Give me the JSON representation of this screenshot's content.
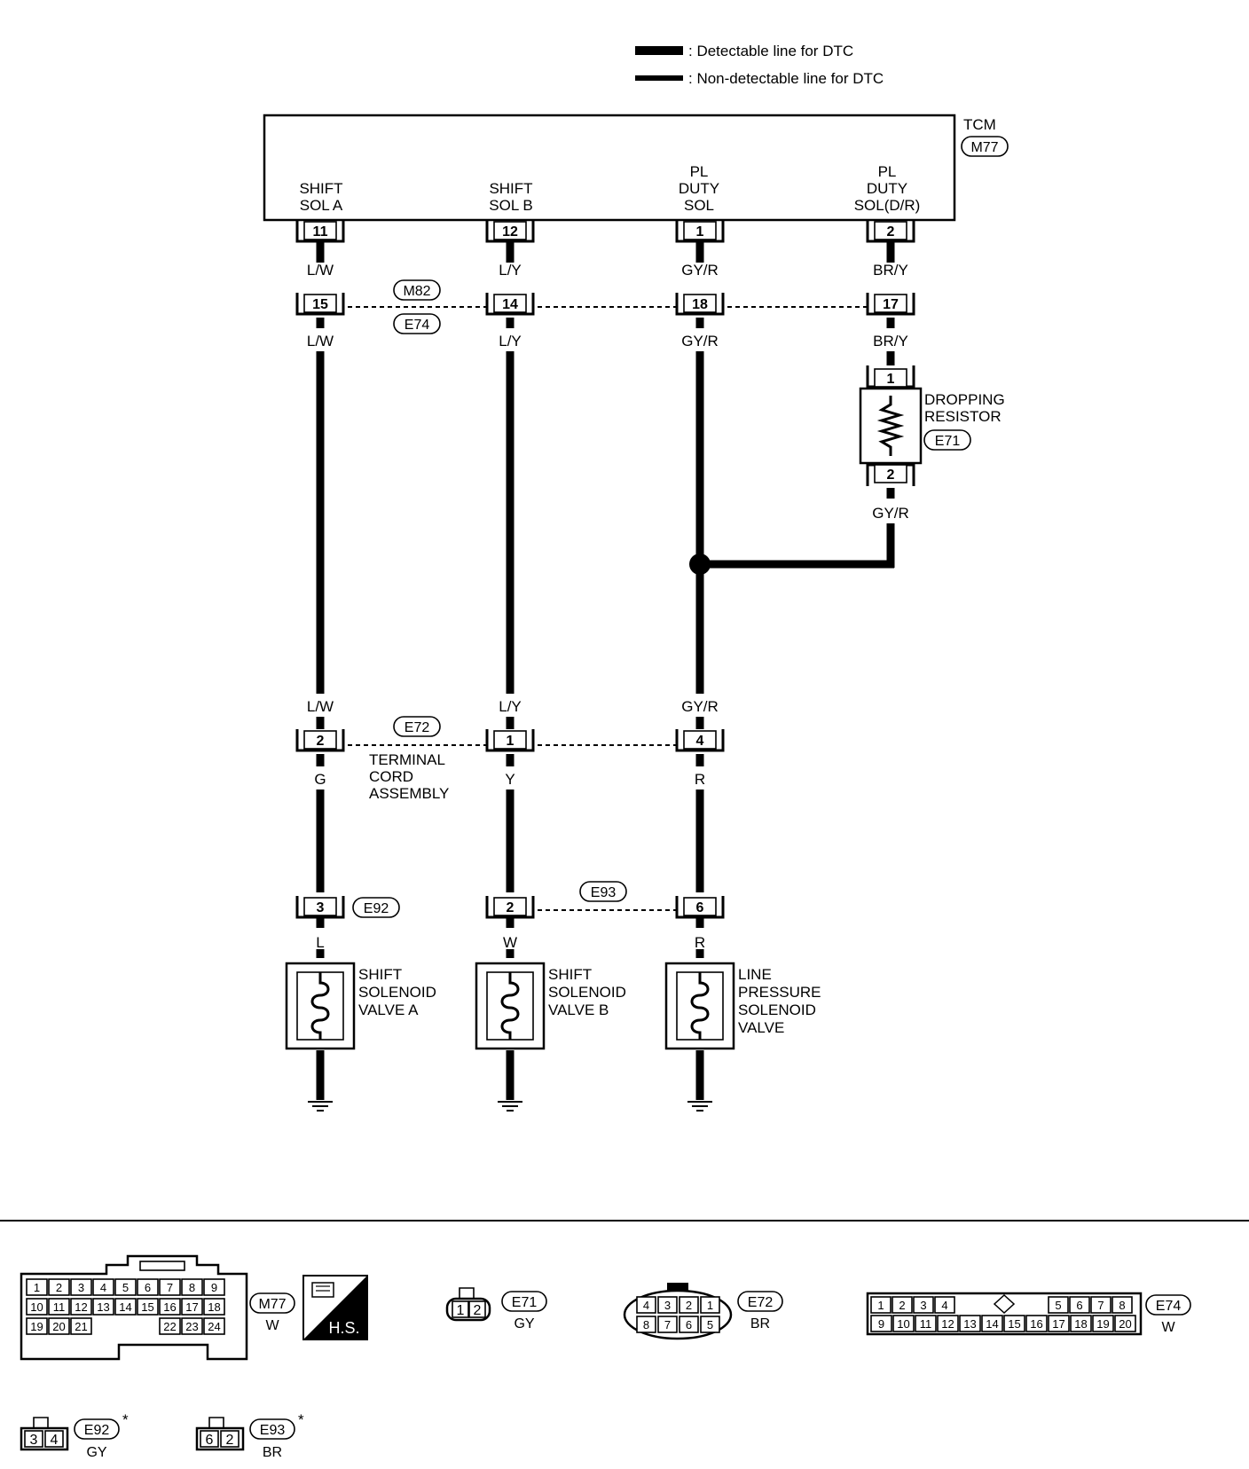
{
  "legend": {
    "detectable": ": Detectable line for DTC",
    "non_detectable": ": Non-detectable line for DTC"
  },
  "tcm": {
    "name": "TCM",
    "connector": "M77",
    "terminals": [
      {
        "label1": "SHIFT",
        "label2": "SOL A",
        "label3": "",
        "pin": "11"
      },
      {
        "label1": "SHIFT",
        "label2": "SOL B",
        "label3": "",
        "pin": "12"
      },
      {
        "label1": "PL",
        "label2": "DUTY",
        "label3": "SOL",
        "pin": "1"
      },
      {
        "label1": "PL",
        "label2": "DUTY",
        "label3": "SOL(D/R)",
        "pin": "2"
      }
    ]
  },
  "wires_top": [
    "L/W",
    "L/Y",
    "GY/R",
    "BR/Y"
  ],
  "joint_connector": {
    "upper": "M82",
    "lower": "E74",
    "pins": [
      "15",
      "14",
      "18",
      "17"
    ]
  },
  "wires_below_joint": [
    "L/W",
    "L/Y",
    "GY/R",
    "BR/Y"
  ],
  "dropping_resistor": {
    "label1": "DROPPING",
    "label2": "RESISTOR",
    "connector": "E71",
    "pin_top": "1",
    "pin_bottom": "2",
    "wire_out": "GY/R"
  },
  "wires_above_e72": [
    "L/W",
    "L/Y",
    "GY/R"
  ],
  "terminal_cord": {
    "connector": "E72",
    "label1": "TERMINAL",
    "label2": "CORD",
    "label3": "ASSEMBLY",
    "pins": [
      "2",
      "1",
      "4"
    ]
  },
  "wires_below_e72": [
    "G",
    "Y",
    "R"
  ],
  "e92": {
    "connector": "E92",
    "pin": "3"
  },
  "e93": {
    "connector": "E93",
    "pins": [
      "2",
      "6"
    ]
  },
  "wires_to_solenoids": [
    "L",
    "W",
    "R"
  ],
  "solenoids": [
    {
      "line1": "SHIFT",
      "line2": "SOLENOID",
      "line3": "VALVE A",
      "line4": ""
    },
    {
      "line1": "SHIFT",
      "line2": "SOLENOID",
      "line3": "VALVE B",
      "line4": ""
    },
    {
      "line1": "LINE",
      "line2": "PRESSURE",
      "line3": "SOLENOID",
      "line4": "VALVE"
    }
  ],
  "connector_views": {
    "m77": {
      "id": "M77",
      "color": "W",
      "hs": "H.S.",
      "row1": [
        "1",
        "2",
        "3",
        "4",
        "5",
        "6",
        "7",
        "8",
        "9"
      ],
      "row2": [
        "10",
        "11",
        "12",
        "13",
        "14",
        "15",
        "16",
        "17",
        "18"
      ],
      "row3a": [
        "19",
        "20",
        "21"
      ],
      "row3b": [
        "22",
        "23",
        "24"
      ]
    },
    "e71": {
      "id": "E71",
      "color": "GY",
      "pins": [
        "1",
        "2"
      ]
    },
    "e72": {
      "id": "E72",
      "color": "BR",
      "row1": [
        "4",
        "3",
        "2",
        "1"
      ],
      "row2": [
        "8",
        "7",
        "6",
        "5"
      ]
    },
    "e74": {
      "id": "E74",
      "color": "W",
      "row1a": [
        "1",
        "2",
        "3",
        "4"
      ],
      "row1b": [
        "5",
        "6",
        "7",
        "8"
      ],
      "row2": [
        "9",
        "10",
        "11",
        "12",
        "13",
        "14",
        "15",
        "16",
        "17",
        "18",
        "19",
        "20"
      ]
    },
    "e92": {
      "id": "E92",
      "color": "GY",
      "star": "*",
      "pins": [
        "3",
        "4"
      ]
    },
    "e93": {
      "id": "E93",
      "color": "BR",
      "star": "*",
      "pins": [
        "6",
        "2"
      ]
    }
  }
}
